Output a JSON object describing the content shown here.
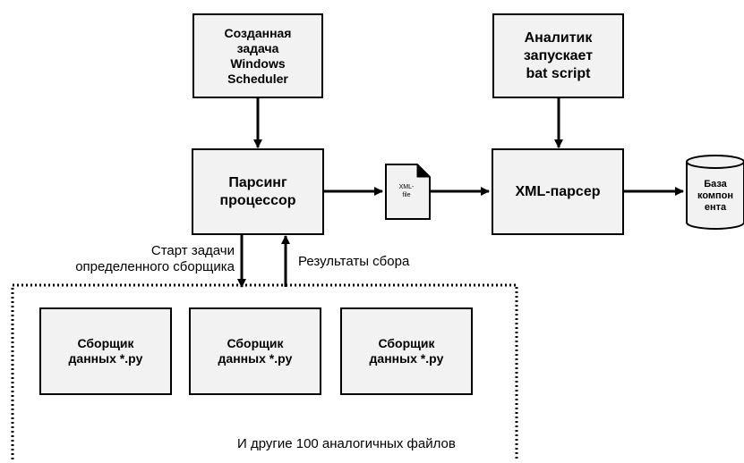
{
  "nodes": {
    "scheduler_task": "Созданная\nзадача\nWindows\nScheduler",
    "analyst_bat": "Аналитик\nзапускает\nbat script",
    "parsing_processor": "Парсинг\nпроцессор",
    "xml_file": "XML-\nfile",
    "xml_parser": "XML-парсер",
    "component_db": "База\nкомпон\nента",
    "collectors": [
      "Сборщик\nданных *.py",
      "Сборщик\nданных *.py",
      "Сборщик\nданных *.py"
    ]
  },
  "edge_labels": {
    "start_task": "Старт задачи\nопределенного сборщика",
    "collection_results": "Результаты сбора"
  },
  "group_label": "И другие 100 аналогичных файлов",
  "colors": {
    "box_fill": "#f2f2f2",
    "stroke": "#000000"
  }
}
